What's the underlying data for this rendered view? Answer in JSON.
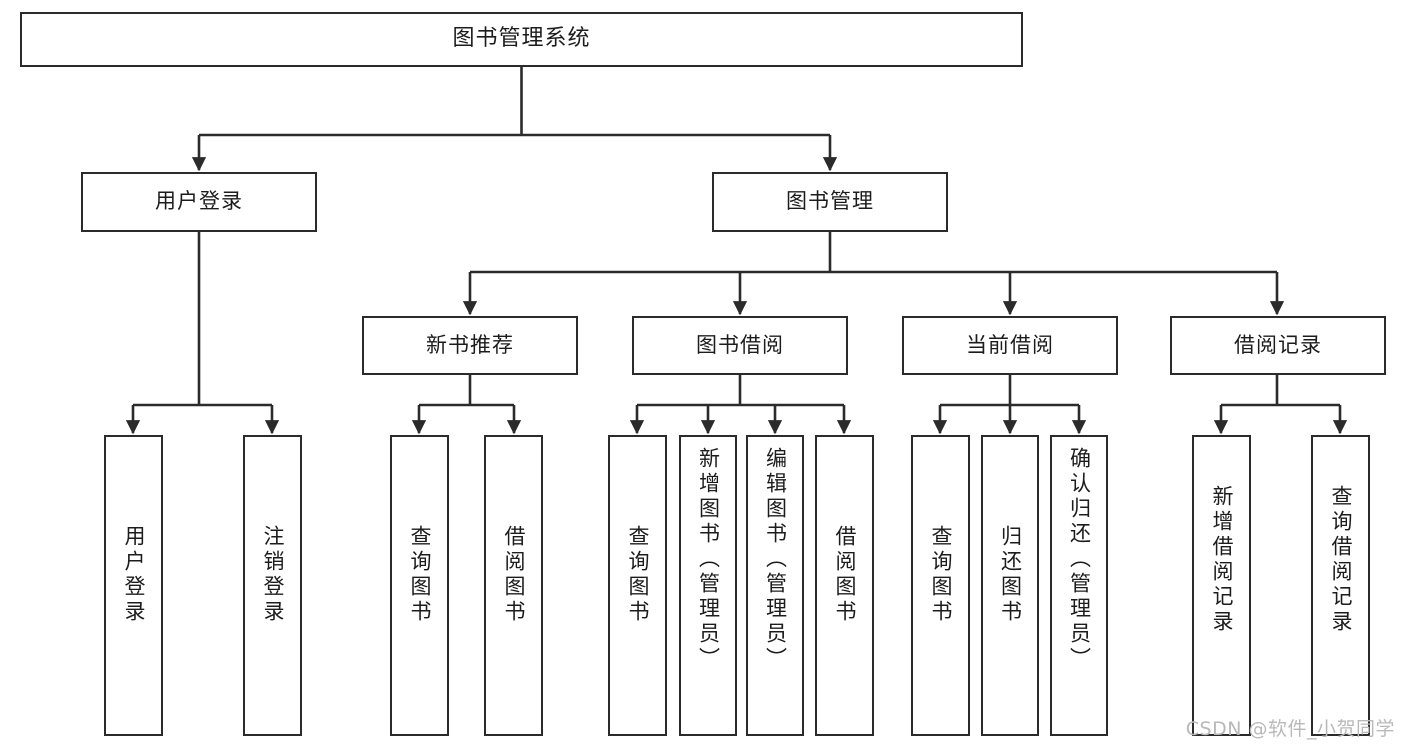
{
  "diagram": {
    "title": "图书管理系统",
    "type": "tree-hierarchy-chart",
    "line_color": "#2b2b2b",
    "box_fill": "#ffffff",
    "text_color": "#1c1c1c"
  },
  "root": {
    "label": "图书管理系统"
  },
  "level2": [
    {
      "label": "用户登录"
    },
    {
      "label": "图书管理"
    }
  ],
  "level3": [
    {
      "label": "新书推荐"
    },
    {
      "label": "图书借阅"
    },
    {
      "label": "当前借阅"
    },
    {
      "label": "借阅记录"
    }
  ],
  "leaves": {
    "user_login": [
      {
        "label": "用户登录"
      },
      {
        "label": "注销登录"
      }
    ],
    "new_book_recommend": [
      {
        "label": "查询图书"
      },
      {
        "label": "借阅图书"
      }
    ],
    "book_borrow": [
      {
        "label": "查询图书"
      },
      {
        "label": "新增图书（管理员）"
      },
      {
        "label": "编辑图书（管理员）"
      },
      {
        "label": "借阅图书"
      }
    ],
    "current_borrow": [
      {
        "label": "查询图书"
      },
      {
        "label": "归还图书"
      },
      {
        "label": "确认归还（管理员）"
      }
    ],
    "borrow_record": [
      {
        "label": "新增借阅记录"
      },
      {
        "label": "查询借阅记录"
      }
    ]
  },
  "watermark": {
    "text": "CSDN @软件_小贺同学"
  }
}
